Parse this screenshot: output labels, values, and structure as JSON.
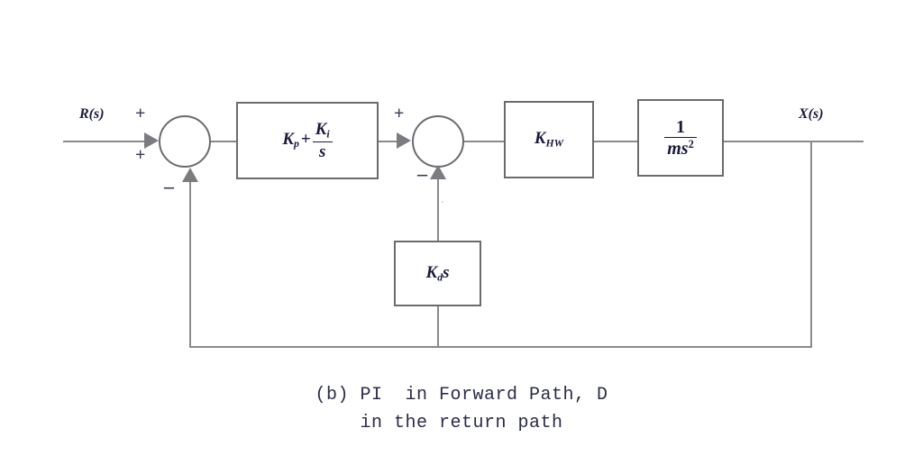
{
  "diagram": {
    "title": "PI in Forward Path, D in the return path block diagram",
    "input_label": "R(s)",
    "output_label": "X(s)",
    "summing_junction_1": {
      "name": "error-summer",
      "sign_top": "+",
      "sign_bottom_left": "+",
      "sign_feedback": "–"
    },
    "summing_junction_2": {
      "name": "inner-summer",
      "sign_top": "+",
      "sign_feedback": "–"
    },
    "blocks": {
      "pi_controller": {
        "kp": "K",
        "kp_sub": "p",
        "operator": "+",
        "ki_num": "K",
        "ki_num_sub": "i",
        "ki_den": "s"
      },
      "hardware_gain": {
        "symbol": "K",
        "subscript": "HW"
      },
      "plant": {
        "numerator": "1",
        "den_mass": "m",
        "den_s": "s",
        "den_exp": "2"
      },
      "derivative": {
        "symbol": "K",
        "subscript": "d",
        "variable": "s"
      }
    },
    "caption_line1": "(b) PI  in Forward Path, D",
    "caption_line2": "in the return path",
    "colors": {
      "wire": "#8a8a8d",
      "block_border": "#6b6b6e",
      "text": "#1a1a3c",
      "caption": "#2b2b4a",
      "background": "#ffffff"
    }
  }
}
